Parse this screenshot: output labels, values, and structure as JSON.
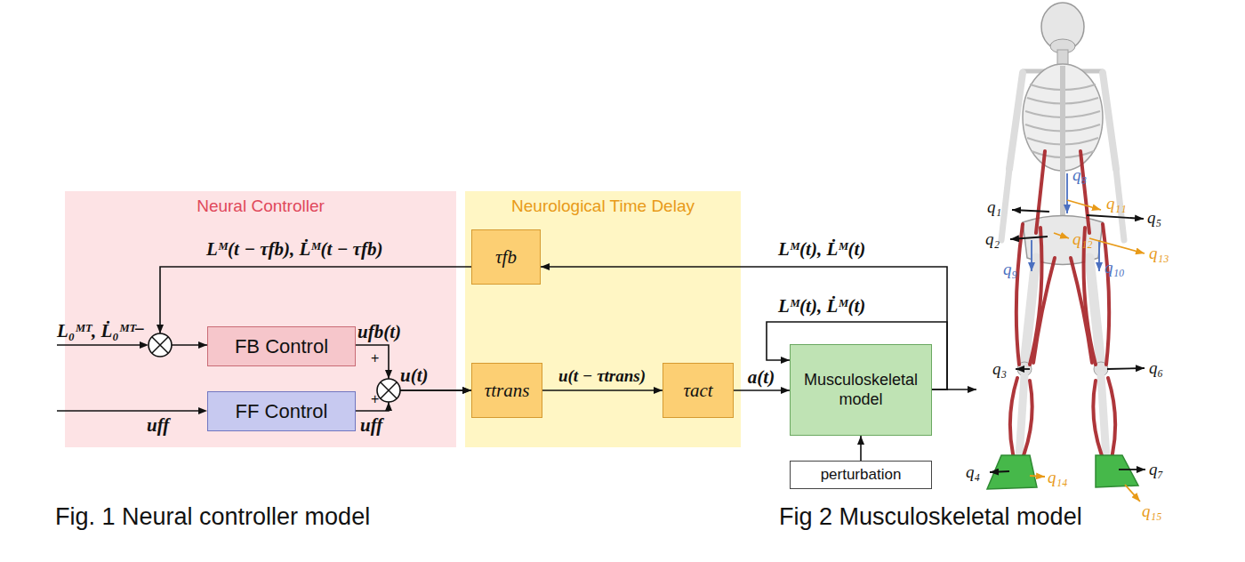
{
  "diagram": {
    "nodes": [
      {
        "text": [
          "Neural Controller"
        ]
      },
      {
        "text": [
          "FB Control"
        ],
        "in": 0
      },
      {
        "text": [
          "FF Control"
        ],
        "in": 0
      },
      {
        "text": [
          "Neurological Time Delay"
        ]
      },
      {
        "text": [
          "τfb"
        ],
        "in": 3
      },
      {
        "text": [
          "τtrans"
        ],
        "in": 3
      },
      {
        "text": [
          "τact"
        ],
        "in": 3
      },
      {
        "text": [
          "Musculoskeletal model"
        ]
      },
      {
        "text": [
          "perturbation"
        ]
      }
    ],
    "edges": [
      {
        "from": 7,
        "to": 4,
        "arrow": "to",
        "label": "Lᴹ(t), L̇ᴹ(t)"
      },
      {
        "from": 4,
        "to": 1,
        "arrow": "to",
        "label": "Lᴹ(t − τfb), L̇ᴹ(t − τfb)"
      },
      {
        "from": 1,
        "to": 5,
        "arrow": "to",
        "label": "ufb(t)"
      },
      {
        "from": 2,
        "to": 5,
        "arrow": "to",
        "label": "uff"
      },
      {
        "from": 5,
        "to": 6,
        "arrow": "to",
        "label": "u(t − τtrans)"
      },
      {
        "from": 6,
        "to": 7,
        "arrow": "to",
        "label": "a(t)"
      },
      {
        "from": 7,
        "to": 7,
        "arrow": "to",
        "label": "Lᴹ(t), L̇ᴹ(t)"
      },
      {
        "from": 8,
        "to": 7,
        "arrow": "to"
      }
    ],
    "labels": [
      "L₀ᴹᵀ, L̇₀ᴹᵀ",
      "−",
      "uff",
      "+",
      "+",
      "u(t)",
      "Fig. 1 Neural controller model",
      "Fig 2 Musculoskeletal model",
      "q₁",
      "q₂",
      "q₃",
      "q₄",
      "q₅",
      "q₆",
      "q₇",
      "q₈",
      "q₉",
      "q₁₀",
      "q₁₁",
      "q₁₂",
      "q₁₃",
      "q₁₄",
      "q₁₅"
    ]
  }
}
